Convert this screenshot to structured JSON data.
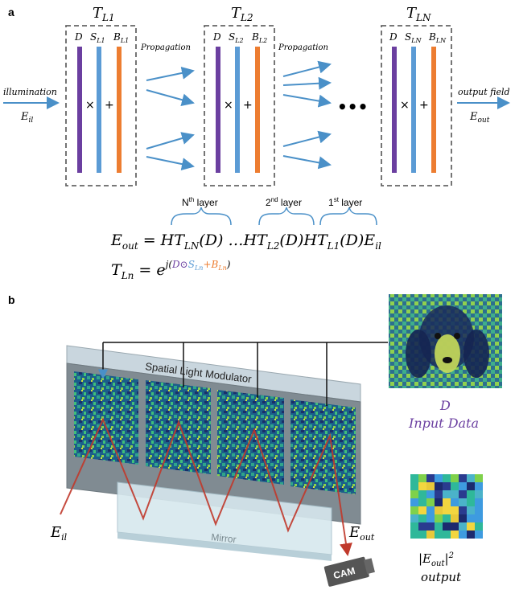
{
  "panel_a": {
    "label": "a",
    "blocks": [
      {
        "title": "T",
        "title_sub": "L1",
        "d": "D",
        "s": "S",
        "s_sub": "L1",
        "b": "B",
        "b_sub": "L1"
      },
      {
        "title": "T",
        "title_sub": "L2",
        "d": "D",
        "s": "S",
        "s_sub": "L2",
        "b": "B",
        "b_sub": "L2"
      },
      {
        "title": "T",
        "title_sub": "LN",
        "d": "D",
        "s": "S",
        "s_sub": "LN",
        "b": "B",
        "b_sub": "LN"
      }
    ],
    "times_symbol": "×",
    "plus_symbol": "+",
    "propagation": "Propagation",
    "illumination": "illumination",
    "e_il": "E",
    "e_il_sub": "il",
    "output_field": "output field",
    "e_out": "E",
    "e_out_sub": "out",
    "ellipsis": "•••",
    "layer_labels": [
      {
        "base": "N",
        "sup": "th",
        "rest": " layer"
      },
      {
        "base": "2",
        "sup": "nd",
        "rest": " layer"
      },
      {
        "base": "1",
        "sup": "st",
        "rest": " layer"
      }
    ],
    "equation_1": "E_out = HT_LN(D) … HT_L2(D) HT_L1(D) E_il",
    "equation_2": "T_Ln = e^(j(D⊙S_Ln + B_Ln))"
  },
  "panel_b": {
    "label": "b",
    "slm_label": "Spatial Light Modulator",
    "mirror_label": "Mirror",
    "cam_label": "CAM",
    "e_il": "E",
    "e_il_sub": "il",
    "e_out": "E",
    "e_out_sub": "out",
    "input_symbol": "D",
    "input_label": "Input Data",
    "output_formula": "|E_out|²",
    "output_label": "output"
  },
  "colors": {
    "D": "#6b3fa0",
    "S": "#5b9bd5",
    "B": "#ed7d31",
    "arrow": "#4a90c8",
    "beam": "#c0392b",
    "bracket": "#4a90c8"
  }
}
